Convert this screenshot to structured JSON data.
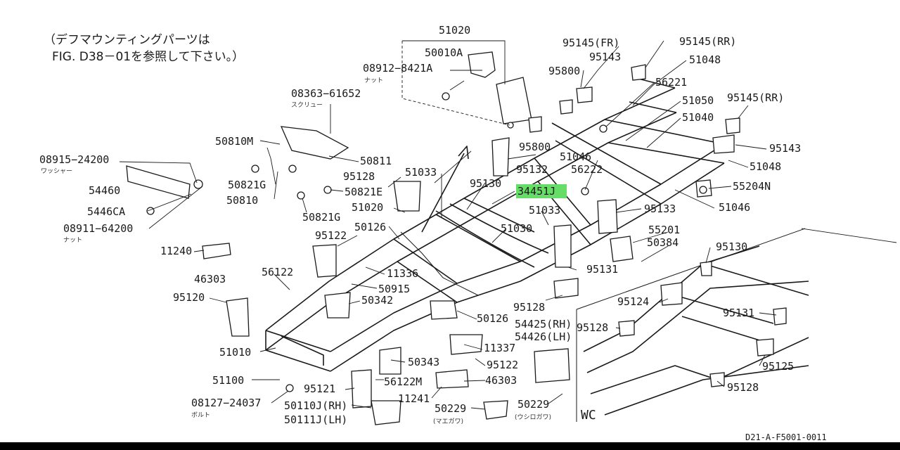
{
  "note": {
    "line1": "（デフマウンティングパーツは",
    "line2": "FIG. D38－01を参照して下さい。）"
  },
  "highlight_color": "#66dd66",
  "parts": {
    "p51020_top": "51020",
    "p50010A": "50010A",
    "p08912": "08912−8421A",
    "p08912_sub": "ナット",
    "p08363": "08363−61652",
    "p08363_sub": "スクリュー",
    "p95145FR": "95145(FR)",
    "p95145RR": "95145(RR)",
    "p95143_top": "95143",
    "p51048_top": "51048",
    "p95800_top": "95800",
    "p56221": "56221",
    "p51050": "51050",
    "p51040": "51040",
    "p95145RR2": "95145(RR)",
    "p95143_right": "95143",
    "p51048_right": "51048",
    "p55204N": "55204N",
    "p51046_right": "51046",
    "p50810M": "50810M",
    "p50811": "50811",
    "p08915": "08915−24200",
    "p08915_sub": "ワッシャー",
    "p54460": "54460",
    "p5446CA": "5446CA",
    "p08911": "08911−64200",
    "p08911_sub": "ナット",
    "p50821G_a": "50821G",
    "p50810": "50810",
    "p95128_a": "95128",
    "p50821E": "50821E",
    "p50821G_b": "50821G",
    "p51033_a": "51033",
    "p95800_mid": "95800",
    "p51046_mid": "51046",
    "p95132": "95132",
    "p56222": "56222",
    "p95130_a": "95130",
    "p34451J": "34451J",
    "p51020_mid": "51020",
    "p51033_b": "51033",
    "p95133": "95133",
    "p50126_a": "50126",
    "p51030": "51030",
    "p95122_a": "95122",
    "p55201": "55201",
    "p50384": "50384",
    "p11240": "11240",
    "p46303_a": "46303",
    "p56122_a": "56122",
    "p11336": "11336",
    "p50915": "50915",
    "p95120": "95120",
    "p50342": "50342",
    "p95131_a": "95131",
    "p95130_b": "95130",
    "p95128_b": "95128",
    "p54425": "54425(RH)",
    "p54426": "54426(LH)",
    "p95124": "95124",
    "p95131_b": "95131",
    "p50126_b": "50126",
    "p95128_c": "95128",
    "p51010": "51010",
    "p11337": "11337",
    "p50343": "50343",
    "p95122_b": "95122",
    "p95125": "95125",
    "p51100": "51100",
    "p56122M": "56122M",
    "p46303_b": "46303",
    "p95121": "95121",
    "p11241": "11241",
    "p95128_d": "95128",
    "p08127": "08127−24037",
    "p08127_sub": "ボルト",
    "p50110J": "50110J(RH)",
    "p50111J": "50111J(LH)",
    "p50229_a": "50229",
    "p50229_a_sub": "(マエガワ)",
    "p50229_b": "50229",
    "p50229_b_sub": "(ウシロガワ)",
    "pWC": "WC"
  },
  "figure_code": "D21-A-F5001-0011"
}
